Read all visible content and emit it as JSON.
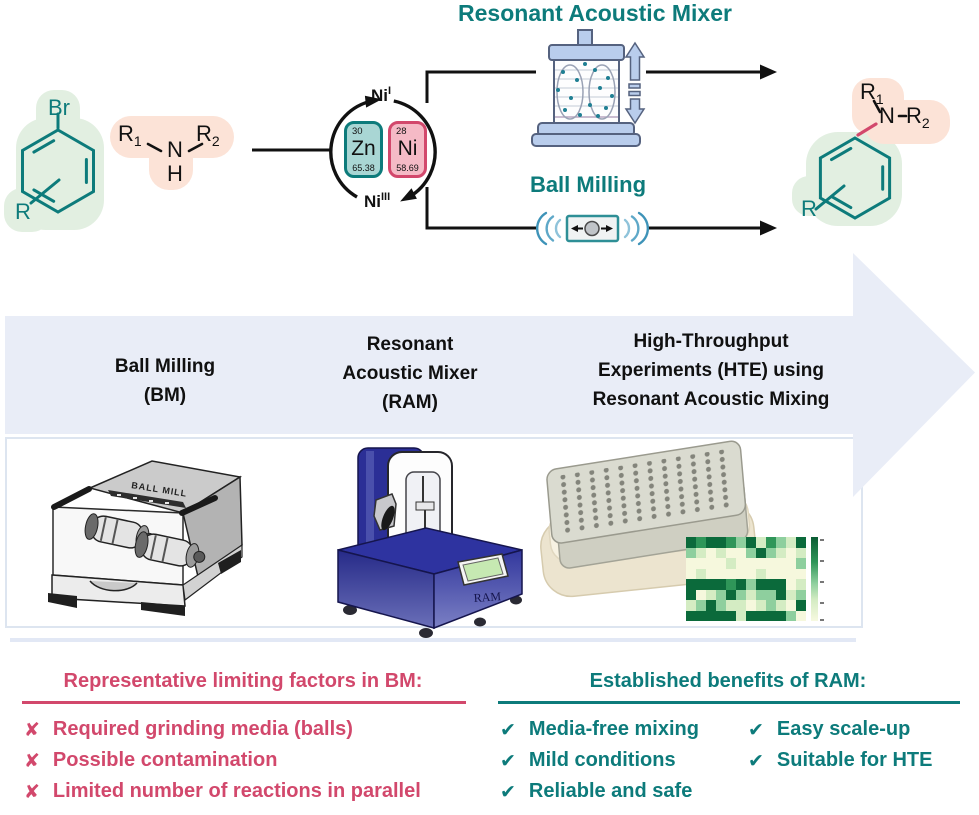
{
  "colors": {
    "teal": "#0d7b7b",
    "pink": "#d2486c",
    "band_lavender": "#e9edf7",
    "highlight_green": "#e2efe1",
    "highlight_peach": "#fce3d7",
    "zn_tile_fill": "#a9d6d4",
    "ni_tile_fill": "#f5bac6",
    "ram_machine_blue": "#2b2f96"
  },
  "scheme": {
    "title_ram": "Resonant Acoustic Mixer",
    "title_bm": "Ball Milling",
    "aryl": {
      "br": "Br",
      "r": "R"
    },
    "amine": {
      "r1": "R",
      "r1s": "1",
      "n": "N",
      "h": "H",
      "r2": "R",
      "r2s": "2"
    },
    "cycle": {
      "ni_top": "Ni",
      "ni_top_sup": "I",
      "ni_bottom": "Ni",
      "ni_bottom_sup": "III"
    },
    "elements": {
      "zn": {
        "number": "30",
        "symbol": "Zn",
        "mass": "65.38"
      },
      "ni": {
        "number": "28",
        "symbol": "Ni",
        "mass": "58.69"
      }
    },
    "product": {
      "r1": "R",
      "r1s": "1",
      "n": "N",
      "r2": "R",
      "r2s": "2",
      "r": "R"
    }
  },
  "band": {
    "col_bm": "Ball Milling\n(BM)",
    "col_ram": "Resonant\nAcoustic Mixer\n(RAM)",
    "col_hte": "High-Throughput\nExperiments (HTE) using\nResonant Acoustic Mixing"
  },
  "devices": {
    "ball_mill_label": "BALL MILL",
    "ram_label": "RAM"
  },
  "heatmap": {
    "palette": [
      "#f6f8dd",
      "#d4ecc3",
      "#8ecf9e",
      "#2f9659",
      "#0b6a3b"
    ],
    "levels": [
      [
        4,
        3,
        4,
        4,
        3,
        2,
        4,
        1,
        3,
        2,
        1,
        4
      ],
      [
        2,
        1,
        0,
        1,
        0,
        0,
        2,
        4,
        2,
        1,
        0,
        1
      ],
      [
        0,
        0,
        0,
        0,
        1,
        0,
        0,
        0,
        0,
        0,
        0,
        2
      ],
      [
        0,
        1,
        0,
        0,
        0,
        0,
        0,
        1,
        0,
        0,
        0,
        0
      ],
      [
        4,
        4,
        4,
        4,
        3,
        4,
        2,
        4,
        4,
        4,
        0,
        1
      ],
      [
        4,
        0,
        1,
        2,
        4,
        2,
        1,
        2,
        2,
        4,
        1,
        2
      ],
      [
        1,
        2,
        4,
        2,
        1,
        1,
        0,
        1,
        2,
        1,
        0,
        4
      ],
      [
        4,
        4,
        4,
        4,
        4,
        1,
        4,
        4,
        4,
        4,
        2,
        0
      ]
    ]
  },
  "bottom": {
    "left": {
      "title": "Representative limiting factors in BM:",
      "glyph": "✘",
      "items": [
        "Required grinding media (balls)",
        "Possible contamination",
        "Limited number of reactions in parallel"
      ]
    },
    "right": {
      "title": "Established benefits of RAM:",
      "glyph": "✔",
      "items_col1": [
        "Media-free mixing",
        "Mild conditions",
        "Reliable and safe"
      ],
      "items_col2": [
        "Easy scale-up",
        "Suitable for HTE"
      ]
    }
  }
}
